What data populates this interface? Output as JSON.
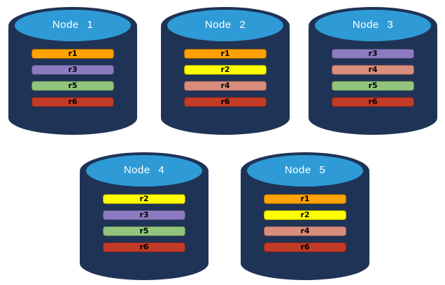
{
  "nodes": [
    {
      "label": "Node 1",
      "replicas": [
        "r1",
        "r3",
        "r5",
        "r6"
      ]
    },
    {
      "label": "Node 2",
      "replicas": [
        "r1",
        "r2",
        "r4",
        "r6"
      ]
    },
    {
      "label": "Node 3",
      "replicas": [
        "r3",
        "r4",
        "r5",
        "r6"
      ]
    },
    {
      "label": "Node 4",
      "replicas": [
        "r2",
        "r3",
        "r5",
        "r6"
      ]
    },
    {
      "label": "Node 5",
      "replicas": [
        "r1",
        "r2",
        "r4",
        "r6"
      ]
    }
  ],
  "colors": {
    "background": "#ffffff",
    "cylinder_body": "#1F3356",
    "cylinder_top": "#2E9BD6",
    "node_label_text": "#ffffff",
    "replica_label_text": "#000000",
    "replicas": {
      "r1": "#FFA203",
      "r2": "#FFFF00",
      "r3": "#8C7BC1",
      "r4": "#D98D7D",
      "r5": "#93C47D",
      "r6": "#C23B27"
    }
  }
}
